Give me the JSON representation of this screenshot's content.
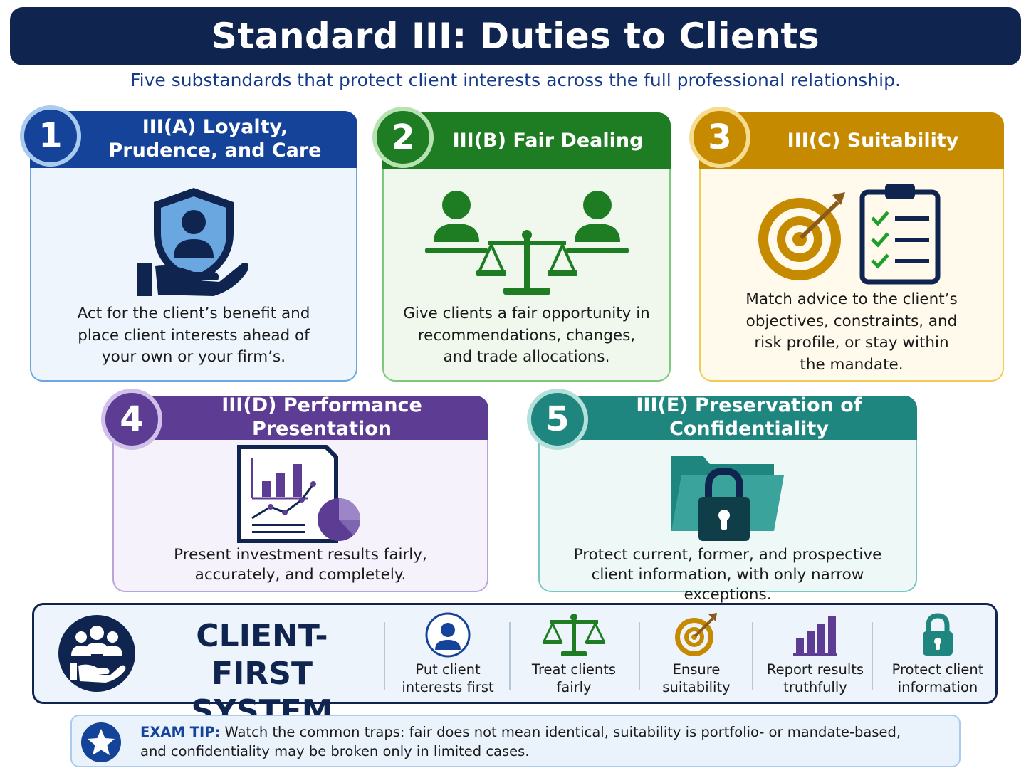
{
  "title": "Standard III: Duties to Clients",
  "subtitle": "Five substandards that protect client interests across the full professional relationship.",
  "cards": [
    {
      "number": "1",
      "title_line1": "III(A) Loyalty,",
      "title_line2": "Prudence, and Care",
      "icon": "shield-hand-person-icon",
      "color": "#15439a",
      "desc": [
        "Act for the client’s benefit and",
        "place client interests ahead of",
        "your own or your firm’s."
      ]
    },
    {
      "number": "2",
      "title": "III(B) Fair Dealing",
      "icon": "people-balance-scale-icon",
      "color": "#1e7d22",
      "desc": [
        "Give clients a fair opportunity in",
        "recommendations, changes,",
        "and trade allocations."
      ]
    },
    {
      "number": "3",
      "title": "III(C) Suitability",
      "icon": "target-checklist-icon",
      "color": "#c58a00",
      "desc": [
        "Match advice to the client’s",
        "objectives, constraints, and",
        "risk profile, or stay within",
        "the mandate."
      ]
    },
    {
      "number": "4",
      "title": "III(D) Performance Presentation",
      "icon": "report-chart-icon",
      "color": "#5d3d93",
      "desc": [
        "Present investment results fairly,",
        "accurately, and completely."
      ]
    },
    {
      "number": "5",
      "title": "III(E) Preservation of Confidentiality",
      "icon": "locked-folder-icon",
      "color": "#1f857f",
      "desc": [
        "Protect current, former, and prospective",
        "client information, with only narrow exceptions."
      ]
    }
  ],
  "system": {
    "title_line1": "CLIENT-FIRST",
    "title_line2": "SYSTEM",
    "items": [
      {
        "label1": "Put client",
        "label2": "interests first",
        "icon": "person-icon"
      },
      {
        "label1": "Treat clients",
        "label2": "fairly",
        "icon": "balance-scale-icon"
      },
      {
        "label1": "Ensure",
        "label2": "suitability",
        "icon": "target-icon"
      },
      {
        "label1": "Report results",
        "label2": "truthfully",
        "icon": "bar-chart-icon"
      },
      {
        "label1": "Protect client",
        "label2": "information",
        "icon": "lock-icon"
      }
    ]
  },
  "tip": {
    "label": "EXAM TIP:",
    "line1": "Watch the common traps: fair does not mean identical, suitability is portfolio- or mandate-based,",
    "line2": "and confidentiality may be broken only in limited cases."
  }
}
